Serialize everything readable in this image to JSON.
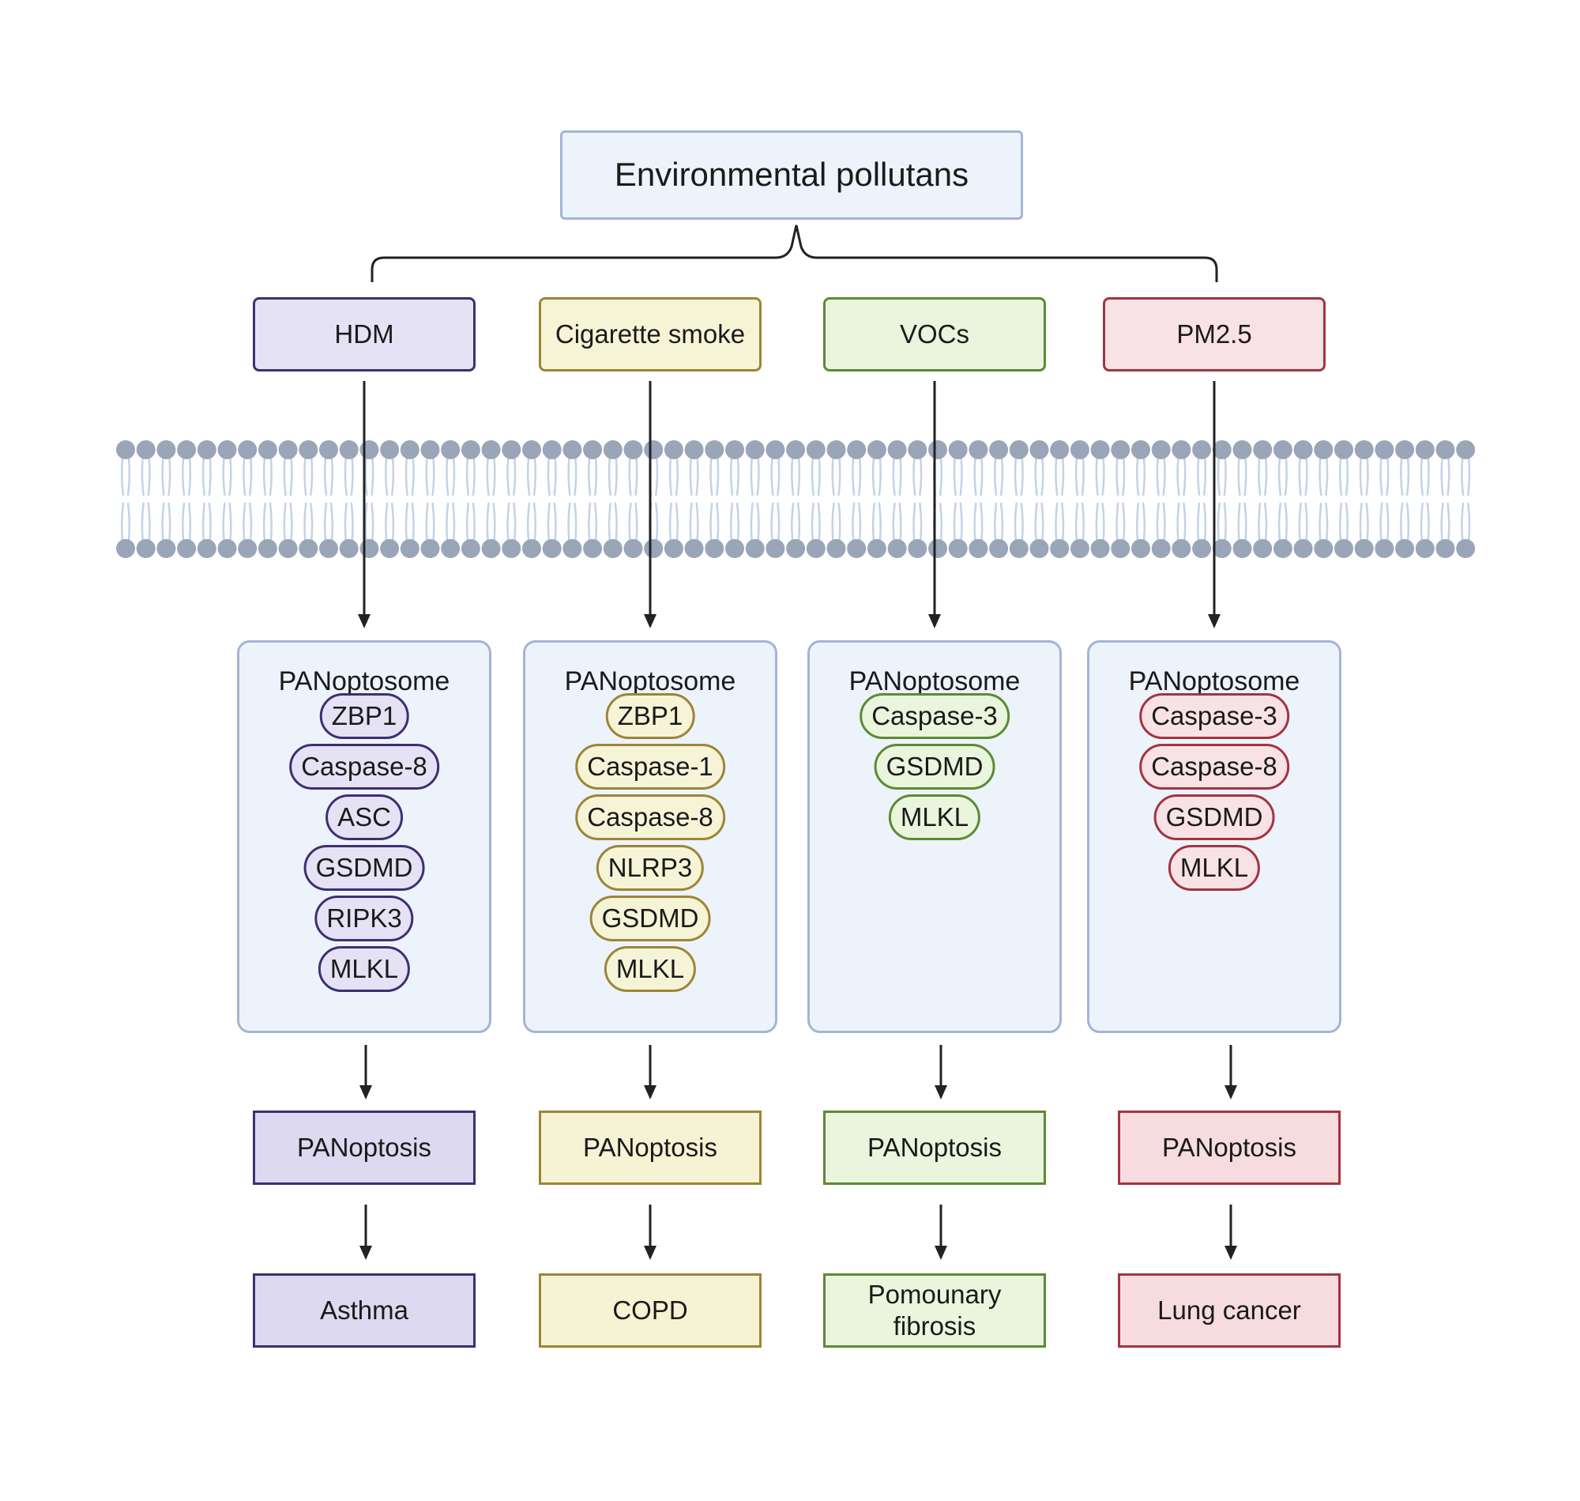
{
  "title": "Environmental pollutans",
  "colors": {
    "membrane_head": "#9aa5b8",
    "membrane_tail": "#c3d3e6",
    "connector": "#222222",
    "panel_fill": "#edf3fb",
    "panel_border": "#a3b4d6"
  },
  "panel_title": "PANoptosome",
  "columns": [
    {
      "source": "HDM",
      "proteins": [
        "ZBP1",
        "Caspase-8",
        "ASC",
        "GSDMD",
        "RIPK3",
        "MLKL"
      ],
      "process": "PANoptosis",
      "disease": "Asthma",
      "color_fill": "#e6e2f5",
      "color_border": "#3d2f73",
      "rect_fill": "#dcd9f1"
    },
    {
      "source": "Cigarette smoke",
      "proteins": [
        "ZBP1",
        "Caspase-1",
        "Caspase-8",
        "NLRP3",
        "GSDMD",
        "MLKL"
      ],
      "process": "PANoptosis",
      "disease": "COPD",
      "color_fill": "#f6f4d6",
      "color_border": "#9c8536",
      "rect_fill": "#f5f3d4"
    },
    {
      "source": "VOCs",
      "proteins": [
        "Caspase-3",
        "GSDMD",
        "MLKL"
      ],
      "process": "PANoptosis",
      "disease": "Pomounary fibrosis",
      "color_fill": "#e9f5dc",
      "color_border": "#5c8a34",
      "rect_fill": "#e9f5dc"
    },
    {
      "source": "PM2.5",
      "proteins": [
        "Caspase-3",
        "Caspase-8",
        "GSDMD",
        "MLKL"
      ],
      "process": "PANoptosis",
      "disease": "Lung cancer",
      "color_fill": "#f8e2e6",
      "color_border": "#a3343f",
      "rect_fill": "#f7dcdf"
    }
  ]
}
